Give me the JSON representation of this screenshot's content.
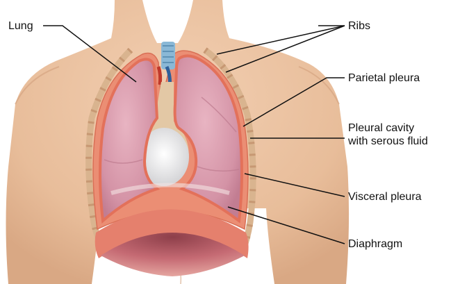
{
  "labels": {
    "lung": "Lung",
    "ribs": "Ribs",
    "parietal_pleura": "Parietal pleura",
    "pleural_cavity_line1": "Pleural cavity",
    "pleural_cavity_line2": "with serous fluid",
    "visceral_pleura": "Visceral pleura",
    "diaphragm": "Diaphragm"
  },
  "colors": {
    "skin": "#ecc4a2",
    "lung": "#d79aaa",
    "pleura": "#e9806a",
    "diaphragm": "#c9747a",
    "heart": "#eaeaea",
    "leader_line": "#111111"
  }
}
